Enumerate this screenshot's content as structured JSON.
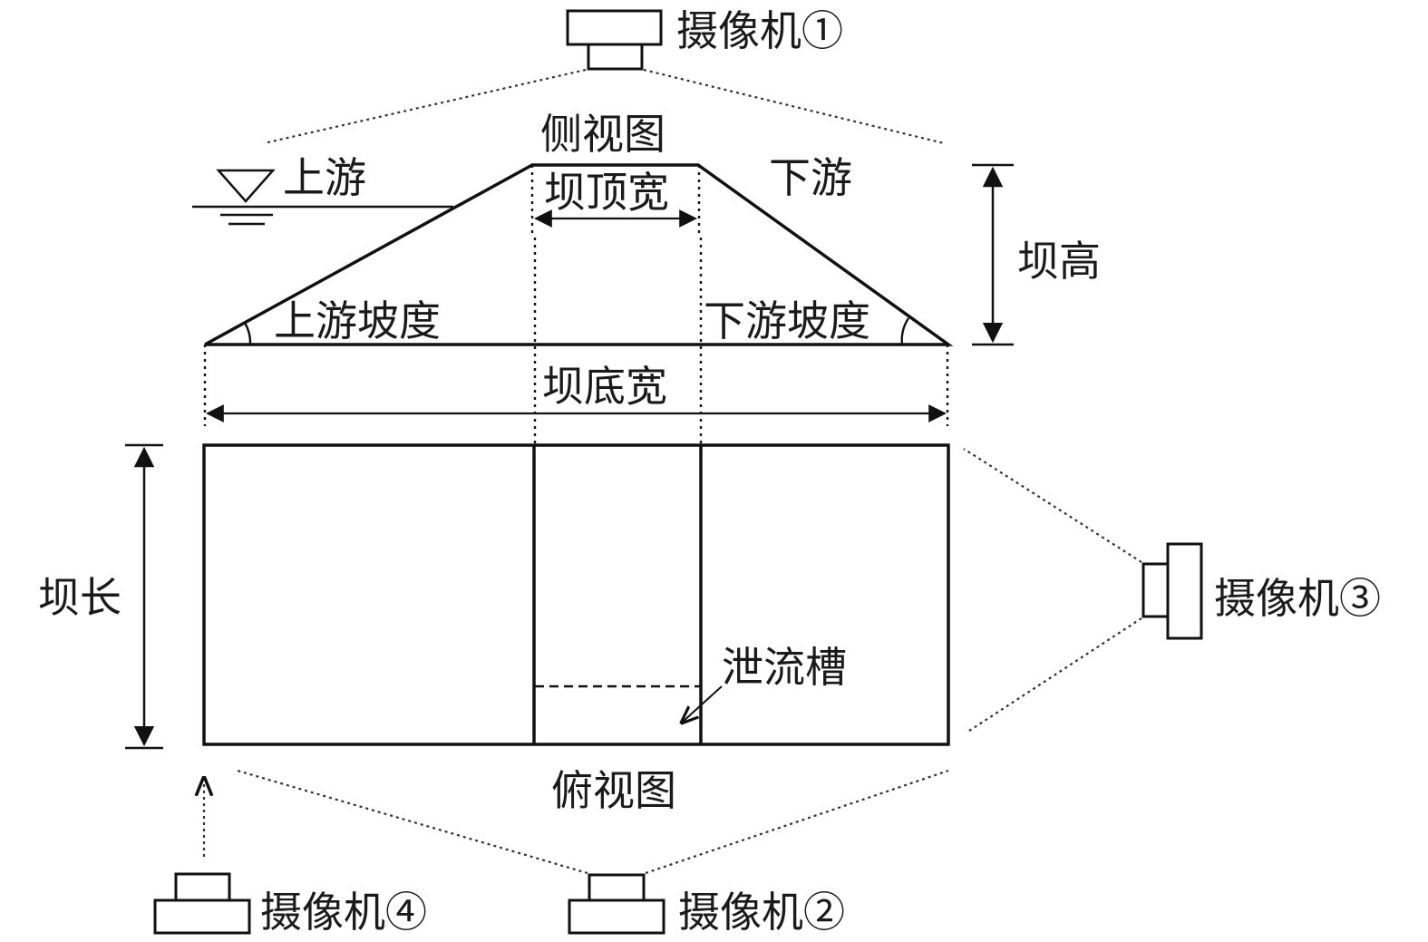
{
  "diagram": {
    "side_view": {
      "title": "侧视图",
      "upstream": "上游",
      "downstream": "下游",
      "crest_width": "坝顶宽",
      "dam_height": "坝高",
      "upstream_slope": "上游坡度",
      "downstream_slope": "下游坡度",
      "base_width": "坝底宽"
    },
    "top_view": {
      "title": "俯视图",
      "dam_length": "坝长",
      "spillway": "泄流槽"
    },
    "cameras": {
      "camera_1": "摄像机①",
      "camera_2": "摄像机②",
      "camera_3": "摄像机③",
      "camera_4": "摄像机④"
    }
  },
  "colors": {
    "line": "#111111",
    "background": "#ffffff"
  }
}
